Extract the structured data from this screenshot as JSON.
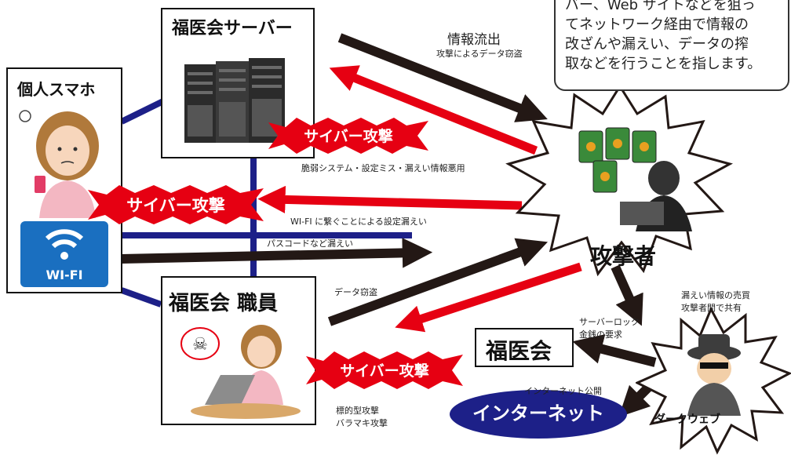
{
  "nodes": {
    "server": "福医会サーバー",
    "smartphone": "個人スマホ",
    "staff": "福医会 職員",
    "attacker": "攻撃者",
    "fukuikai": "福医会",
    "internet": "インターネット",
    "darkweb": "ダークウェブ",
    "wifi": "WI-FI"
  },
  "bursts": {
    "server_attack": "サイバー攻撃",
    "phone_attack": "サイバー攻撃",
    "staff_attack": "サイバー攻撃"
  },
  "labels": {
    "leak_title": "情報流出",
    "leak_sub": "攻撃によるデータ窃盗",
    "vuln": "脆弱システム・設定ミス・漏えい情報悪用",
    "wifi_leak": "WI-FI に繋ぐことによる設定漏えい",
    "password": "パスコードなど漏えい",
    "data_theft": "データ窃盗",
    "trade_1": "漏えい情報の売買",
    "trade_2": "攻撃者間で共有",
    "ransom_1": "サーバーロック",
    "ransom_2": "金銭の要求",
    "publish": "インターネット公開",
    "targeted": "標的型攻撃",
    "scatter": "バラマキ攻撃"
  },
  "info_box": [
    "バー、Web サイトなどを狙っ",
    "てネットワーク経由で情報の",
    "改ざんや漏えい、データの搾",
    "取などを行うことを指します。"
  ],
  "colors": {
    "red": "#e60012",
    "navy": "#1d2088",
    "black": "#231815",
    "wifi_blue": "#1a6fc0"
  }
}
